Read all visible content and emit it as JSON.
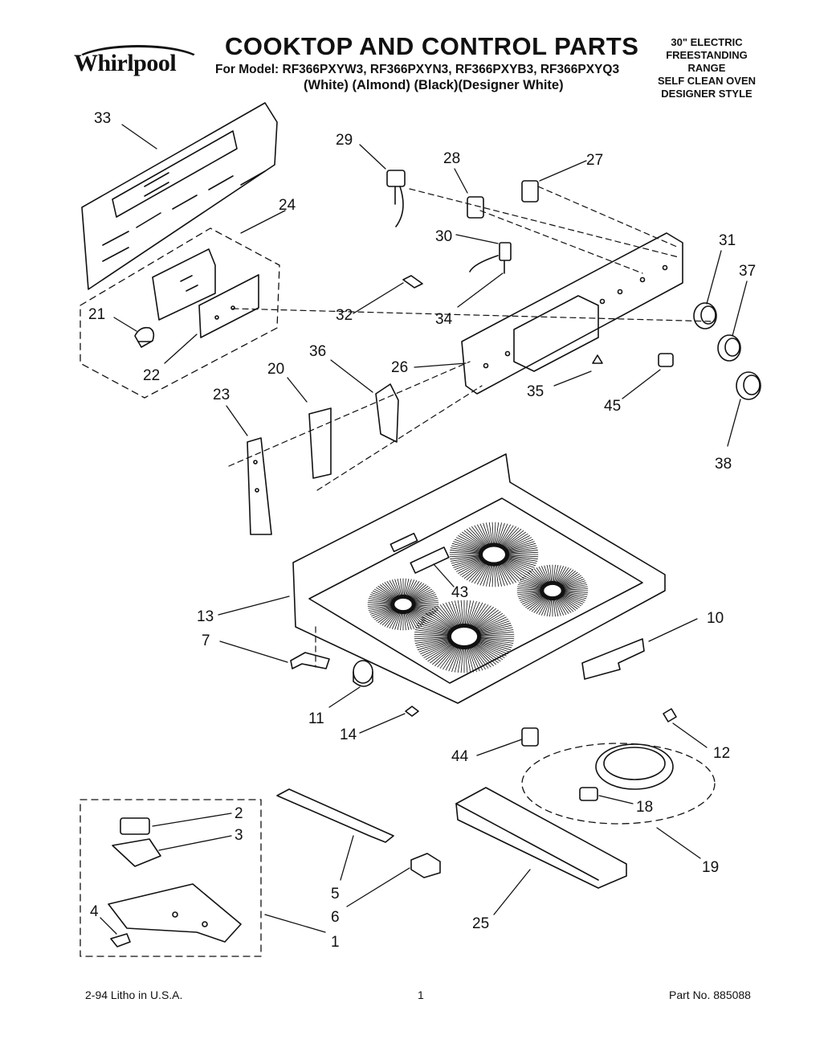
{
  "header": {
    "brand": "Whirlpool",
    "title": "COOKTOP AND CONTROL PARTS",
    "models": "For Model: RF366PXYW3, RF366PXYN3, RF366PXYB3, RF366PXYQ3",
    "colors": "(White)   (Almond)   (Black)(Designer White)",
    "spec": "30\" ELECTRIC\nFREESTANDING\nRANGE\nSELF CLEAN OVEN\nDESIGNER STYLE"
  },
  "callouts": [
    "33",
    "29",
    "28",
    "27",
    "24",
    "30",
    "31",
    "37",
    "21",
    "32",
    "34",
    "22",
    "36",
    "26",
    "35",
    "45",
    "38",
    "20",
    "23",
    "43",
    "13",
    "10",
    "7",
    "11",
    "14",
    "44",
    "12",
    "18",
    "2",
    "3",
    "19",
    "5",
    "6",
    "4",
    "1",
    "25"
  ],
  "footer": {
    "litho": "2-94 Litho in U.S.A.",
    "page": "1",
    "part_no": "Part No. 885088"
  }
}
